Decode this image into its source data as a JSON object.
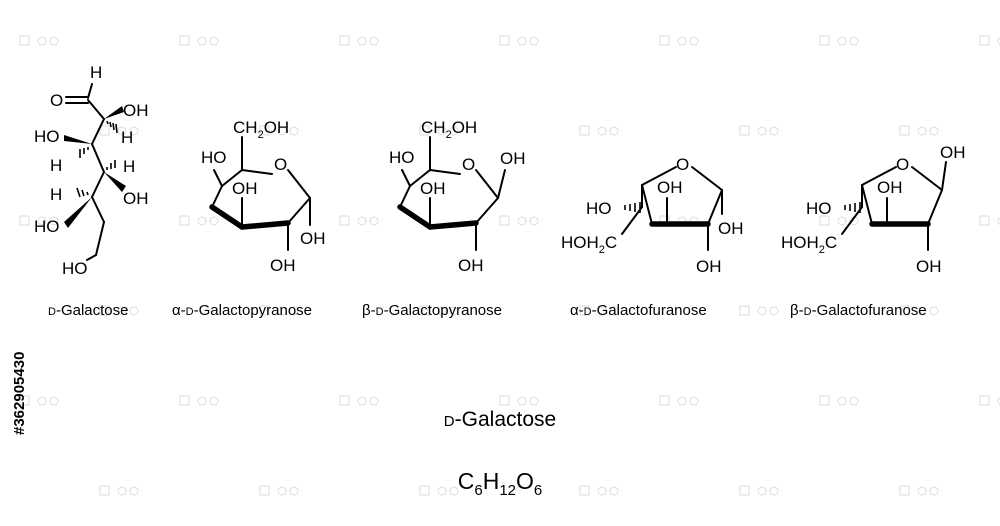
{
  "watermark": {
    "stock_id": "#362905430"
  },
  "structures": [
    {
      "caption_prefix": "D",
      "caption_rest": "-Galactose"
    },
    {
      "caption_greek": "α-",
      "caption_prefix": "D",
      "caption_rest": "-Galactopyranose"
    },
    {
      "caption_greek": "β-",
      "caption_prefix": "D",
      "caption_rest": "-Galactopyranose"
    },
    {
      "caption_greek": "α-",
      "caption_prefix": "D",
      "caption_rest": "-Galactofuranose"
    },
    {
      "caption_greek": "β-",
      "caption_prefix": "D",
      "caption_rest": "-Galactofuranose"
    }
  ],
  "atoms": {
    "H": "H",
    "O": "O",
    "OH": "OH",
    "HO": "HO",
    "ch2oh": "CH2OH",
    "hoh2c": "HOH2C",
    "ch": "CH",
    "two": "2",
    "ohtail": "OH",
    "hoh": "HOH",
    "c": "C"
  },
  "footer": {
    "title_prefix": "D",
    "title_rest": "-Galactose",
    "formula": {
      "C": "C",
      "c_count": "6",
      "H": "H",
      "h_count": "12",
      "O": "O",
      "o_count": "6"
    }
  }
}
